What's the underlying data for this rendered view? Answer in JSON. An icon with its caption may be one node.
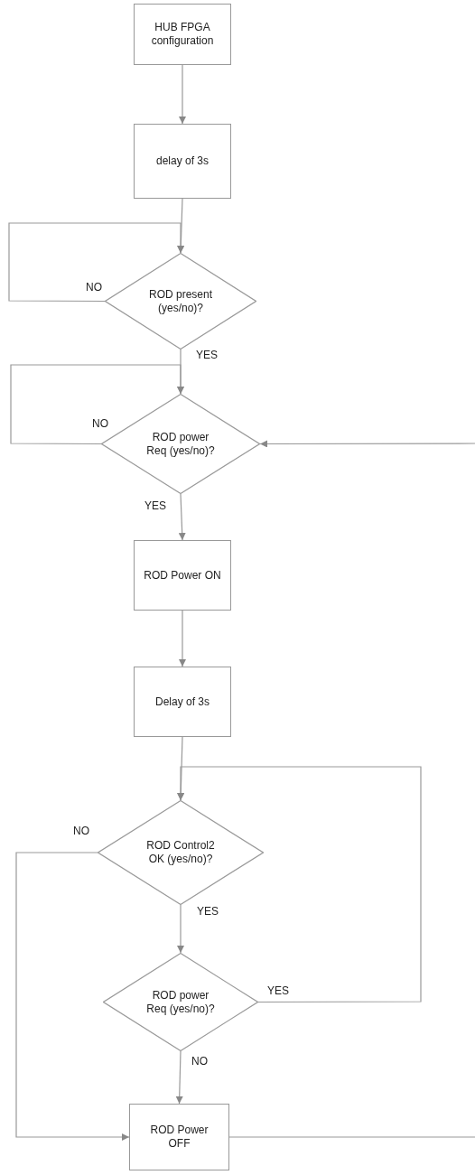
{
  "diagram": {
    "nodes": [
      {
        "text": [
          "HUB FPGA configuration"
        ]
      },
      {
        "text": [
          "delay of 3s"
        ]
      },
      {
        "text": [
          "ROD present (yes/no)?"
        ]
      },
      {
        "text": [
          "ROD power Req (yes/no)?"
        ]
      },
      {
        "text": [
          "ROD Power ON"
        ]
      },
      {
        "text": [
          "Delay of 3s"
        ]
      },
      {
        "text": [
          "ROD Control2 OK (yes/no)?"
        ]
      },
      {
        "text": [
          "ROD power  Req (yes/no)?"
        ]
      },
      {
        "text": [
          "ROD Power OFF"
        ]
      }
    ],
    "edges": [
      {
        "from": 0,
        "to": 1,
        "arrow": "to"
      },
      {
        "from": 1,
        "to": 2,
        "arrow": "to"
      },
      {
        "from": 2,
        "to": 2,
        "label": "NO",
        "arrow": "to"
      },
      {
        "from": 2,
        "to": 3,
        "label": "YES",
        "arrow": "to"
      },
      {
        "from": 3,
        "to": 3,
        "label": "NO",
        "arrow": "to"
      },
      {
        "from": 3,
        "to": 4,
        "label": "YES",
        "arrow": "to"
      },
      {
        "from": 4,
        "to": 5,
        "arrow": "to"
      },
      {
        "from": 5,
        "to": 6,
        "arrow": "to"
      },
      {
        "from": 6,
        "to": 8,
        "label": "NO",
        "arrow": "to"
      },
      {
        "from": 6,
        "to": 7,
        "label": "YES",
        "arrow": "to"
      },
      {
        "from": 7,
        "to": 6,
        "label": "YES",
        "arrow": "to"
      },
      {
        "from": 7,
        "to": 8,
        "label": "NO",
        "arrow": "to"
      },
      {
        "from": 8,
        "to": null,
        "arrow": "none"
      },
      {
        "from": null,
        "to": 3,
        "arrow": "to"
      }
    ]
  }
}
